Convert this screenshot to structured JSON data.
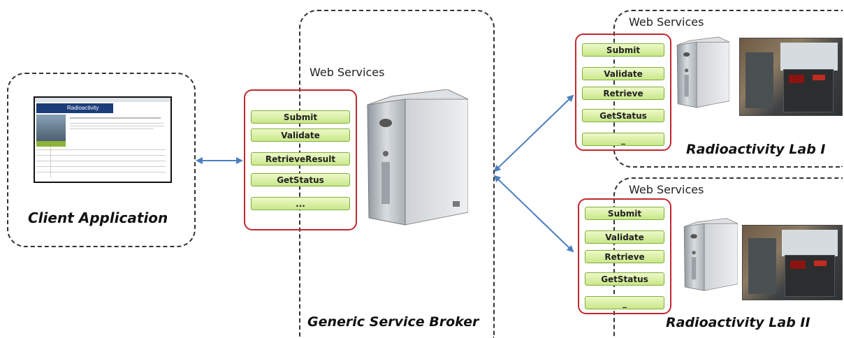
{
  "colors": {
    "dashed_border": "#333333",
    "panel_border": "#c0282e",
    "op_fill_top": "#eef9c9",
    "op_fill_bottom": "#c9e88a",
    "arrow": "#4d7fc0"
  },
  "client": {
    "label": "Client Application",
    "screenshot_header": "Radioactivity",
    "screenshot_icon": "web-page-thumbnail"
  },
  "broker": {
    "label": "Generic Service Broker",
    "ws_label": "Web Services",
    "ops": [
      "Submit",
      "Validate",
      "RetrieveResult",
      "GetStatus",
      "..."
    ],
    "icon": "server-tower-icon"
  },
  "lab1": {
    "label": "Radioactivity Lab I",
    "ws_label": "Web Services",
    "ops": [
      "Submit",
      "Validate",
      "Retrieve",
      "GetStatus",
      "_"
    ],
    "icon": "server-tower-icon",
    "photo": "lab-equipment-photo"
  },
  "lab2": {
    "label": "Radioactivity Lab II",
    "ws_label": "Web Services",
    "ops": [
      "Submit",
      "Validate",
      "Retrieve",
      "GetStatus",
      "_"
    ],
    "icon": "server-tower-icon",
    "photo": "lab-equipment-photo"
  }
}
